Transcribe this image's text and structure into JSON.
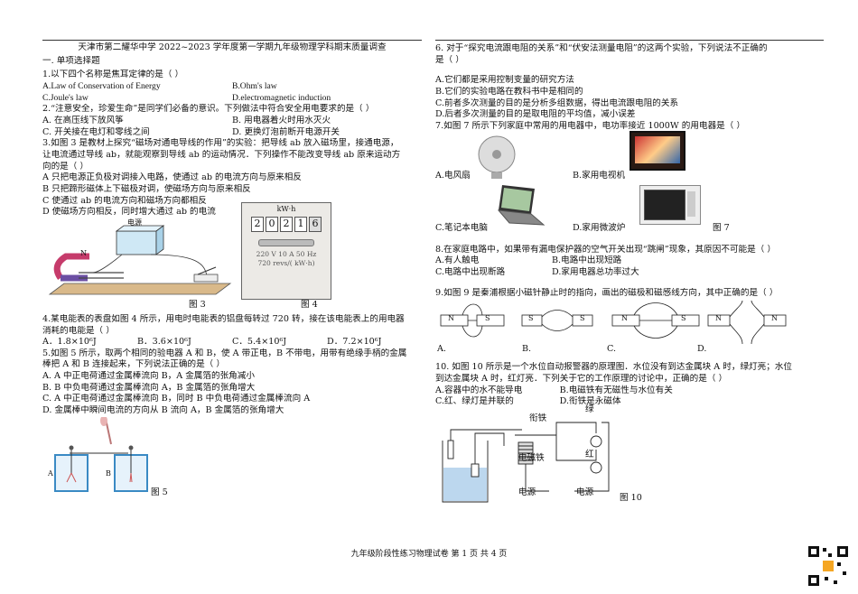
{
  "header": {
    "title": "天津市第二耀华中学 2022~2023 学年度第一学期九年级物理学科期末质量调查"
  },
  "section1": "一.  单项选择题",
  "q1": {
    "stem": "1.以下四个名称是焦耳定律的是（     ）",
    "a": "A.Law of Conservation of Energy",
    "b": "B.Ohm's law",
    "c": "C.Joule's law",
    "d": "D.electromagnetic induction"
  },
  "q2": {
    "stem": "2.“注意安全，珍爱生命”是同学们必备的意识。下列做法中符合安全用电要求的是（     ）",
    "a": "A.  在高压线下放风筝",
    "b": "B.  用电器着火时用水灭火",
    "c": "C.  开关接在电灯和零线之间",
    "d": "D.  更换灯泡前断开电源开关"
  },
  "q3": {
    "l1": "3.如图 3 是教材上探究“磁场对通电导线的作用”的实验：把导线 ab 放入磁场里，接通电源，",
    "l2": "让电流通过导线 ab，就能观察到导线 ab 的运动情况．下列操作不能改变导线 ab 原来运动方",
    "l3": "向的是（     ）",
    "a": "A 只把电源正负极对调接入电路，使通过 ab 的电流方向与原来相反",
    "b": "B 只把蹄形磁体上下磁极对调，使磁场方向与原来相反",
    "c": "C 使通过 ab 的电流方向和磁场方向都相反",
    "d": "D 使磁场方向相反，同时增大通过 ab 的电流"
  },
  "fig3": {
    "power": "电源",
    "n": "N",
    "caption": "图 3"
  },
  "fig4": {
    "unit": "kW·h",
    "digits": [
      "2",
      "0",
      "2",
      "1",
      "6"
    ],
    "spec": "220 V 10 A 50 Hz",
    "rev": "720 revs/( kW·h)",
    "caption": "图 4"
  },
  "q4": {
    "l1": "4.某电能表的表盘如图 4 所示，用电时电能表的铝盘每转过 720 转，接在该电能表上的用电器",
    "l2": "消耗的电能是（     ）",
    "a": "A．1.8×10⁶J",
    "b": "B．3.6×10⁶J",
    "c": "C．5.4×10⁶J",
    "d": "D．7.2×10⁶J"
  },
  "q5": {
    "l1": "5.如图 5 所示，取两个相同的验电器 A 和 B，使 A 带正电，B 不带电，用带有绝缘手柄的金属",
    "l2": "棒把 A 和 B 连接起来，下列说法正确的是（     ）",
    "a": "A.  A 中正电荷通过金属棒流向 B，A 金属箔的张角减小",
    "b": "B.  B 中负电荷通过金属棒流向 A，B 金属箔的张角增大",
    "c": "C.  A 中正电荷通过金属棒流向 B，同时 B 中负电荷通过金属棒流向 A",
    "d": "D.  金属棒中瞬间电流的方向从 B 流向 A，B 金属箔的张角增大"
  },
  "fig5": {
    "a": "A",
    "b": "B",
    "caption": "图 5"
  },
  "q6": {
    "l1": "6.  对于“探究电流跟电阻的关系”和“伏安法测量电阻”的这两个实验，下列说法不正确的",
    "l2": "是（     ）",
    "a": "A.它们都是采用控制变量的研究方法",
    "b": "B.它们的实验电路在教科书中是相同的",
    "c": "C.前者多次测量的目的是分析多组数据，得出电流跟电阻的关系",
    "d": "D.后者多次测量的目的是取电阻的平均值，减小误差"
  },
  "q7": {
    "stem": "7.如图 7 所示下列家庭中常用的用电器中，电功率接近 1000W 的用电器是（     ）",
    "a": "A.电风扇",
    "b": "B.家用电视机",
    "c": "C.笔记本电脑",
    "d": "D.家用微波炉",
    "caption": "图 7"
  },
  "q8": {
    "stem": "8.在家庭电路中，如果带有漏电保护器的空气开关出现“跳闸”现象，其原因不可能是（     ）",
    "a": "A.有人触电",
    "b": "B.电路中出现短路",
    "c": "C.电路中出现断路",
    "d": "D.家用电器总功率过大"
  },
  "q9": {
    "stem": "9.如图 9 是秦浦根据小磁针静止时的指向，画出的磁极和磁感线方向，其中正确的是（     ）",
    "labels": [
      "A.",
      "B.",
      "C.",
      "D."
    ],
    "n": "N",
    "s": "S"
  },
  "q10": {
    "l1": "10.  如图 10 所示是一个水位自动报警器的原理图．水位没有到达金属块 A 时，绿灯亮；水位",
    "l2": "到达金属块 A 时，红灯亮．下列关于它的工作原理的讨论中，正确的是（     ）",
    "a": "A.容器中的水不能导电",
    "b": "B.电磁铁有无磁性与水位有关",
    "c": "C.红、绿灯是并联的",
    "d": "D.衔铁是永磁体"
  },
  "fig10": {
    "armature": "衔铁",
    "green": "绿",
    "red": "红",
    "magnet": "电磁铁",
    "power1": "电源",
    "power2": "电源",
    "caption": "图 10"
  },
  "footer": "九年级阶段性练习物理试卷  第 1 页  共 4 页"
}
